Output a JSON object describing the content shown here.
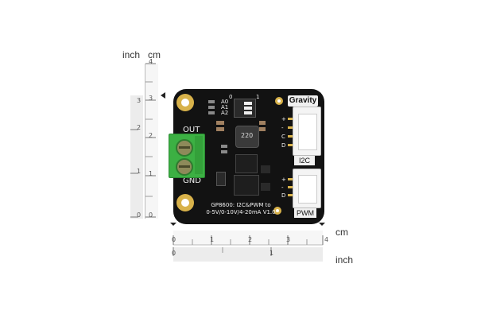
{
  "rulers": {
    "vertical": {
      "unit_inch": "inch",
      "unit_cm": "cm",
      "inch_ticks": [
        "0",
        "1",
        "2",
        "3"
      ],
      "cm_ticks": [
        "0",
        "1",
        "2",
        "3",
        "4"
      ]
    },
    "horizontal": {
      "unit_cm": "cm",
      "unit_inch": "inch",
      "cm_ticks": [
        "0",
        "1",
        "2",
        "3",
        "4"
      ],
      "inch_ticks": [
        "0",
        "1"
      ]
    }
  },
  "board": {
    "brand": "Gravity",
    "out_label": "OUT",
    "gnd_label": "GND",
    "addr_labels": [
      "A0",
      "A1",
      "A2"
    ],
    "switch_labels": [
      "0",
      "1"
    ],
    "inductor_code": "220",
    "i2c_pins": [
      "+",
      "-",
      "C",
      "D"
    ],
    "pwm_pins": [
      "+",
      "-",
      "D"
    ],
    "i2c_label": "I2C",
    "pwm_label": "PWM",
    "title_line1": "GP8600: I2C&PWM to",
    "title_line2": "0-5V/0-10V/4-20mA V1.0",
    "colors": {
      "pcb": "#121212",
      "terminal": "#3cb043",
      "silkscreen": "#f2f2f2",
      "label_bg": "#f0f0f0",
      "gold": "#d8b24a"
    }
  }
}
